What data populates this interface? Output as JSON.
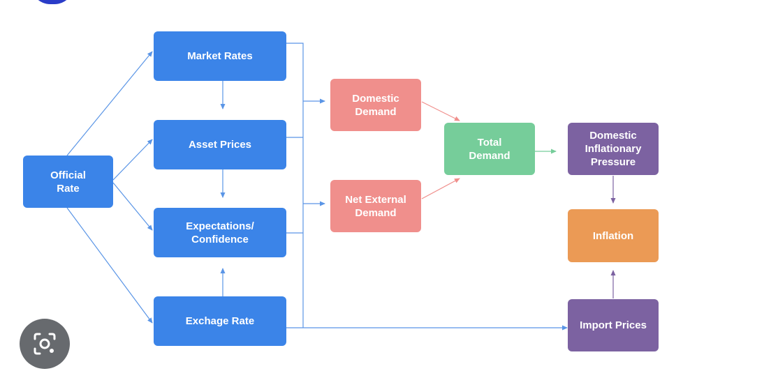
{
  "nodes": {
    "official_rate": "Official\nRate",
    "market_rates": "Market Rates",
    "asset_prices": "Asset Prices",
    "expectations": "Expectations/\nConfidence",
    "exchange_rate": "Exchage Rate",
    "domestic_demand": "Domestic\nDemand",
    "net_external_demand": "Net External\nDemand",
    "total_demand": "Total\nDemand",
    "domestic_inflationary_pressure": "Domestic\nInflationary\nPressure",
    "inflation": "Inflation",
    "import_prices": "Import Prices"
  },
  "colors": {
    "policy_blue": "#3b84e8",
    "demand_pink": "#f08f8c",
    "total_green": "#76cd9a",
    "pressure_purple": "#7c62a1",
    "inflation_orange": "#eb9a55",
    "blue_arrow": "#5a95e6",
    "pink_arrow": "#f08f8c",
    "green_arrow": "#76cd9a",
    "purple_arrow": "#7c62a1"
  },
  "icons": {
    "lens_button": "visual-search-camera-icon"
  }
}
